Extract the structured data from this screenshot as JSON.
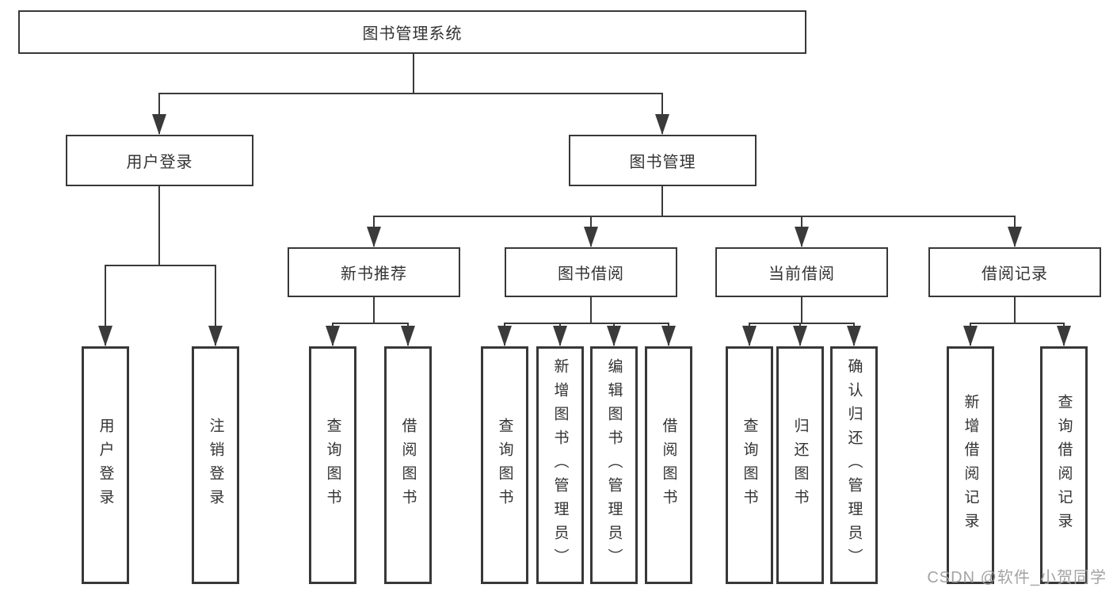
{
  "diagram": {
    "root": {
      "label": "图书管理系统"
    },
    "level2": {
      "user_login": {
        "label": "用户登录"
      },
      "book_mgmt": {
        "label": "图书管理"
      }
    },
    "user_login_children": {
      "login": {
        "label": "用户登录"
      },
      "logout": {
        "label": "注销登录"
      }
    },
    "book_mgmt_children": {
      "new_book_rec": {
        "label": "新书推荐"
      },
      "book_borrow": {
        "label": "图书借阅"
      },
      "current_borrow": {
        "label": "当前借阅"
      },
      "borrow_records": {
        "label": "借阅记录"
      }
    },
    "new_book_rec_children": {
      "query_books": {
        "label": "查询图书"
      },
      "borrow_books": {
        "label": "借阅图书"
      }
    },
    "book_borrow_children": {
      "query_books": {
        "label": "查询图书"
      },
      "add_books": {
        "label": "新增图书（管理员）"
      },
      "edit_books": {
        "label": "编辑图书（管理员）"
      },
      "borrow_books": {
        "label": "借阅图书"
      }
    },
    "current_borrow_children": {
      "query_books": {
        "label": "查询图书"
      },
      "return_books": {
        "label": "归还图书"
      },
      "confirm_return": {
        "label": "确认归还（管理员）"
      }
    },
    "borrow_records_children": {
      "add_record": {
        "label": "新增借阅记录"
      },
      "query_record": {
        "label": "查询借阅记录"
      }
    },
    "colors": {
      "line": "#3a3a3a",
      "text": "#333333",
      "watermark": "#9e9e9e"
    },
    "watermark": "CSDN @软件_小贺同学"
  }
}
